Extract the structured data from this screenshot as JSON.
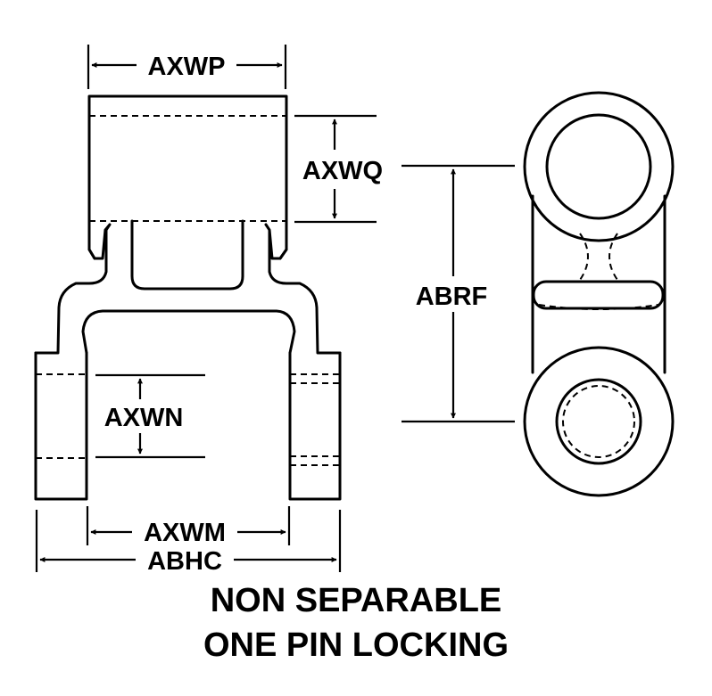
{
  "dimensions": {
    "axwp": "AXWP",
    "axwq": "AXWQ",
    "abrf": "ABRF",
    "axwn": "AXWN",
    "axwm": "AXWM",
    "abhc": "ABHC"
  },
  "caption": {
    "line1": "NON SEPARABLE",
    "line2": "ONE PIN LOCKING"
  }
}
